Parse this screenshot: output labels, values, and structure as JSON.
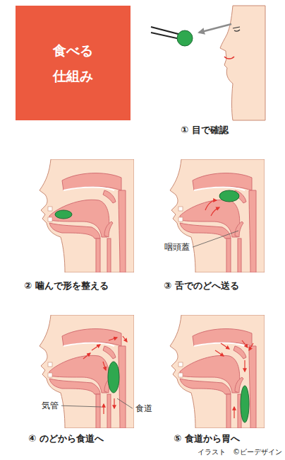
{
  "diagram": {
    "title": "食べる 仕組み",
    "labels": [
      "① 目で確認",
      "② 噛んで形を整える",
      "咽頭蓋",
      "③ 舌でのどへ送る",
      "気管",
      "食道",
      "④ のどから食道へ",
      "⑤ 食道から胃へ",
      "イラスト　©ビーデザイン"
    ]
  }
}
